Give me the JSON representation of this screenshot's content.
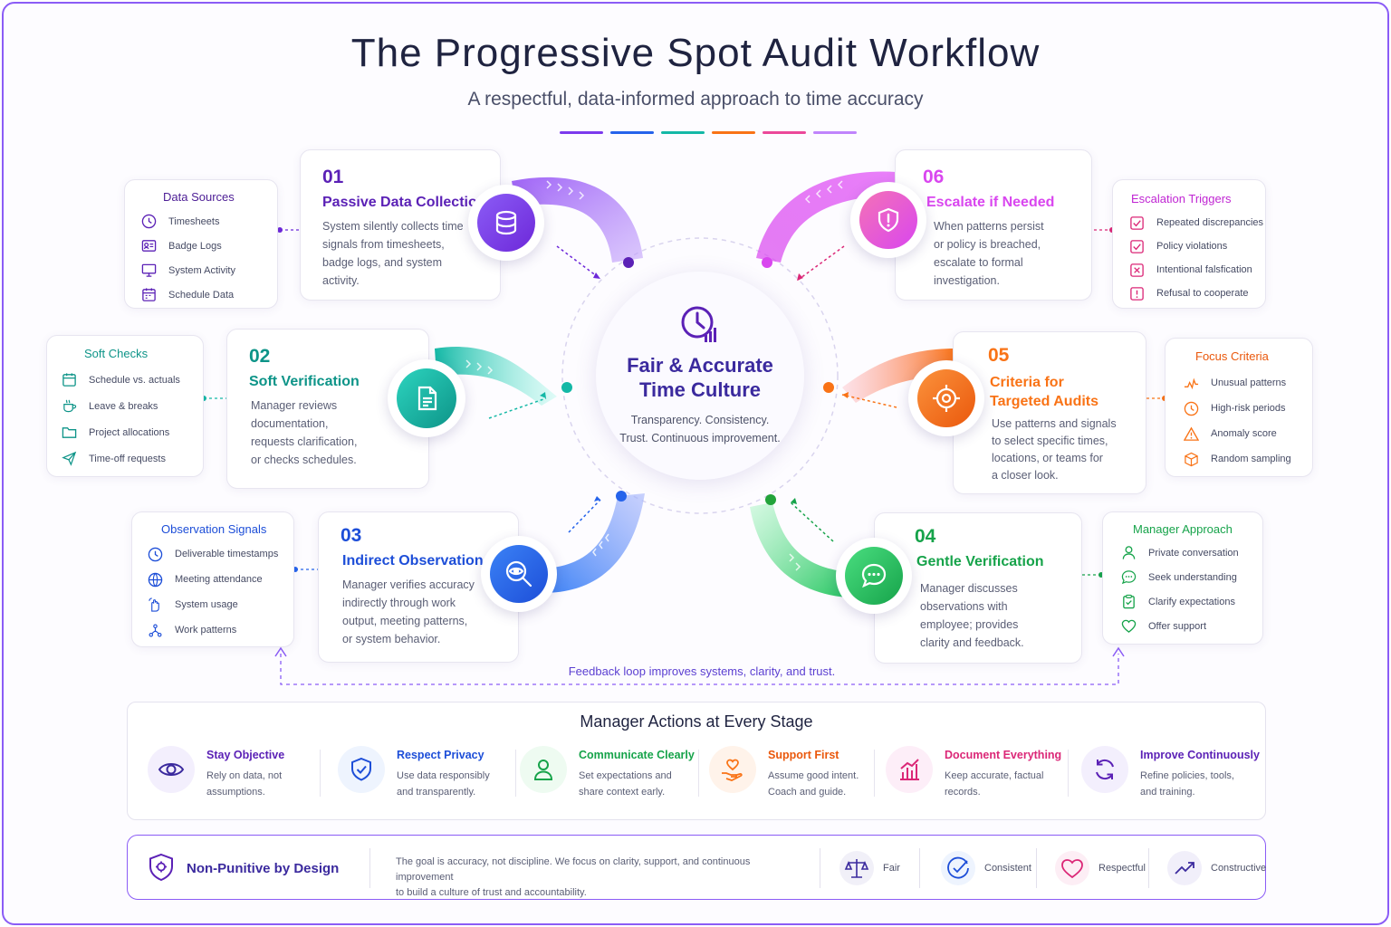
{
  "header": {
    "title": "The Progressive Spot Audit Workflow",
    "subtitle": "A respectful, data-informed approach to time accuracy"
  },
  "colors": {
    "purple": "#7c3aed",
    "teal": "#14b8a6",
    "blue": "#2563eb",
    "green": "#22a33a",
    "orange": "#f97316",
    "pink": "#d946ef",
    "navy": "#3b2a9e"
  },
  "center": {
    "title_line1": "Fair & Accurate",
    "title_line2": "Time Culture",
    "sub_line1": "Transparency. Consistency.",
    "sub_line2": "Trust. Continuous improvement.",
    "icon": "clock-chart-icon"
  },
  "steps": [
    {
      "num": "01",
      "name": "Passive Data Collection",
      "desc": [
        "System silently collects time",
        "signals from timesheets,",
        "badge logs, and system",
        "activity."
      ],
      "icon": "database-icon"
    },
    {
      "num": "02",
      "name": "Soft Verification",
      "desc": [
        "Manager reviews",
        "documentation,",
        "requests clarification,",
        "or checks schedules."
      ],
      "icon": "document-icon"
    },
    {
      "num": "03",
      "name": "Indirect Observation",
      "desc": [
        "Manager verifies accuracy",
        "indirectly through work",
        "output, meeting patterns,",
        "or system behavior."
      ],
      "icon": "magnifier-eye-icon"
    },
    {
      "num": "04",
      "name": "Gentle Verification",
      "desc": [
        "Manager discusses",
        "observations with",
        "employee; provides",
        "clarity and feedback."
      ],
      "icon": "chat-bubble-icon"
    },
    {
      "num": "05",
      "name_line1": "Criteria for",
      "name_line2": "Targeted Audits",
      "desc": [
        "Use patterns and signals",
        "to select specific times,",
        "locations, or teams for",
        "a closer look."
      ],
      "icon": "target-icon"
    },
    {
      "num": "06",
      "name": "Escalate if Needed",
      "desc": [
        "When patterns persist",
        "or policy is breached,",
        "escalate to formal",
        "investigation."
      ],
      "icon": "shield-alert-icon"
    }
  ],
  "side": {
    "data_sources": {
      "title": "Data Sources",
      "items": [
        "Timesheets",
        "Badge Logs",
        "System Activity",
        "Schedule Data"
      ]
    },
    "soft_checks": {
      "title": "Soft Checks",
      "items": [
        "Schedule vs. actuals",
        "Leave & breaks",
        "Project allocations",
        "Time-off requests"
      ]
    },
    "observation_signals": {
      "title": "Observation Signals",
      "items": [
        "Deliverable timestamps",
        "Meeting attendance",
        "System usage",
        "Work patterns"
      ]
    },
    "manager_approach": {
      "title": "Manager Approach",
      "items": [
        "Private conversation",
        "Seek understanding",
        "Clarify expectations",
        "Offer support"
      ]
    },
    "focus_criteria": {
      "title": "Focus Criteria",
      "items": [
        "Unusual patterns",
        "High-risk periods",
        "Anomaly score",
        "Random sampling"
      ]
    },
    "escalation_triggers": {
      "title": "Escalation Triggers",
      "items": [
        "Repeated discrepancies",
        "Policy violations",
        "Intentional falsfication",
        "Refusal to cooperate"
      ]
    }
  },
  "feedback_loop": "Feedback loop improves systems, clarity, and trust.",
  "actions": {
    "title": "Manager Actions at Every Stage",
    "items": [
      {
        "name": "Stay Objective",
        "desc1": "Rely on data, not",
        "desc2": "assumptions."
      },
      {
        "name": "Respect Privacy",
        "desc1": "Use data responsibly",
        "desc2": "and transparently."
      },
      {
        "name": "Communicate Clearly",
        "desc1": "Set expectations and",
        "desc2": "share context early."
      },
      {
        "name": "Support First",
        "desc1": "Assume good intent.",
        "desc2": "Coach and guide."
      },
      {
        "name": "Document Everything",
        "desc1": "Keep accurate, factual",
        "desc2": "records."
      },
      {
        "name": "Improve Continuously",
        "desc1": "Refine policies, tools,",
        "desc2": "and training."
      }
    ]
  },
  "non_punitive": {
    "title": "Non-Punitive by Design",
    "text_line1": "The goal is accuracy, not discipline. We focus on clarity, support, and continuous improvement",
    "text_line2": "to build a culture of trust and accountability.",
    "badges": [
      "Fair",
      "Consistent",
      "Respectful",
      "Constructive"
    ]
  }
}
